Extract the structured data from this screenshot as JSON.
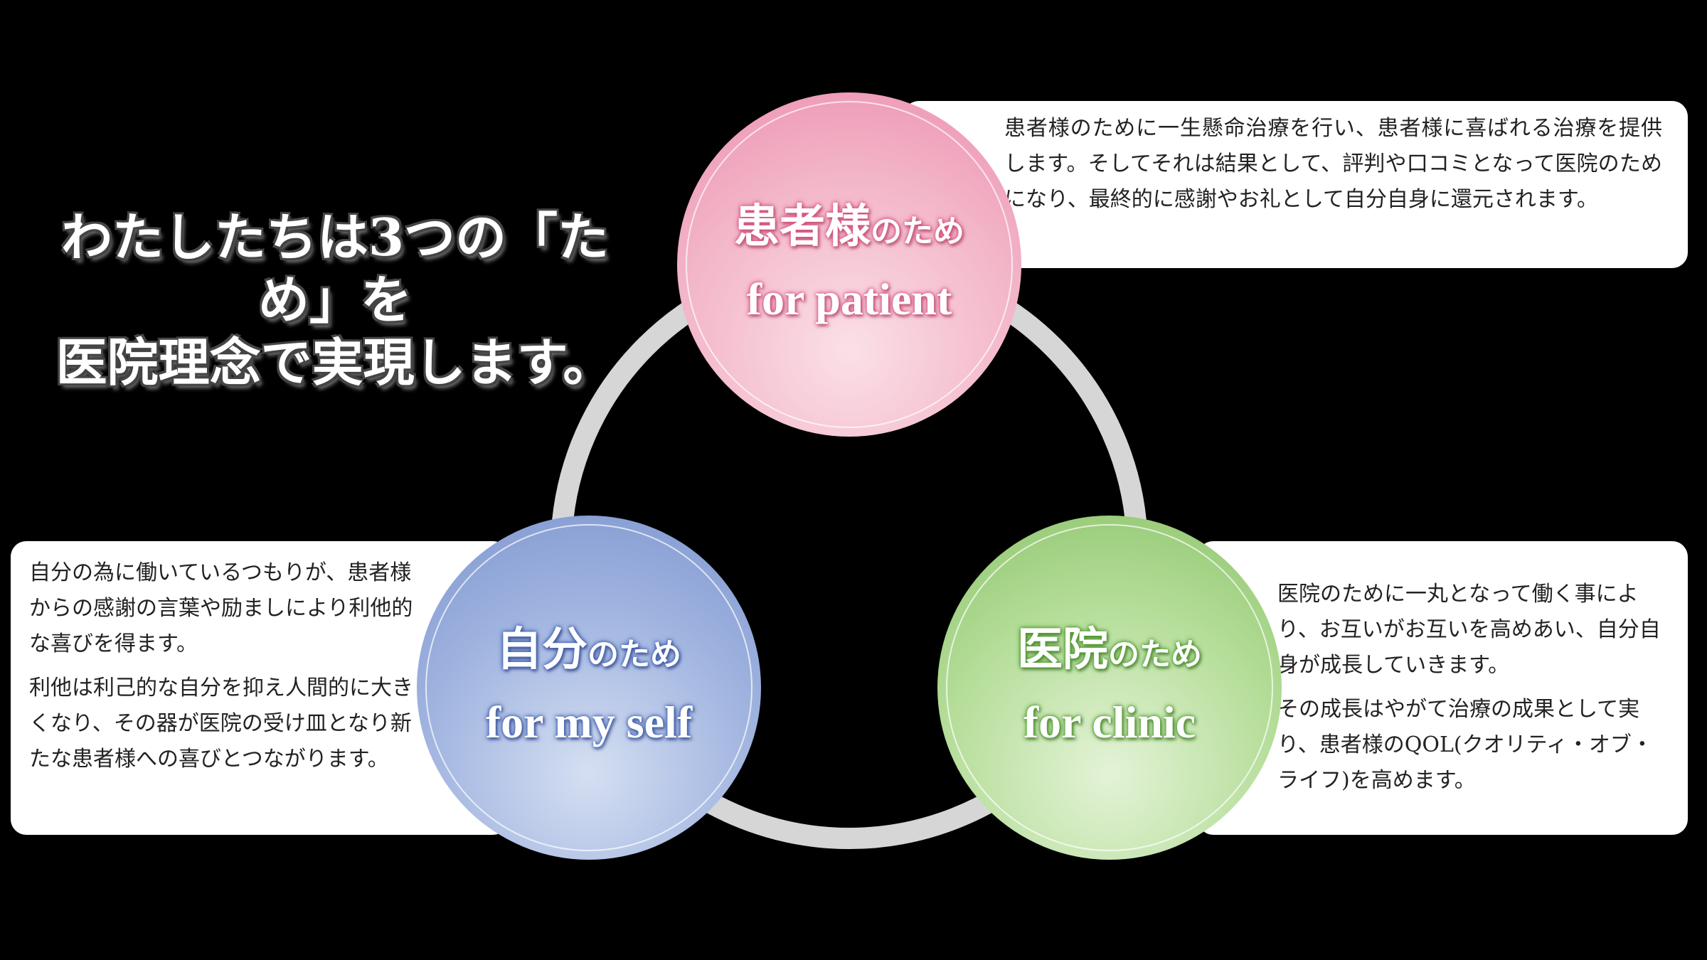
{
  "headline": {
    "line1": "わたしたちは3つの「ため」を",
    "line2": "医院理念で実現します。"
  },
  "circles": {
    "patient": {
      "ja_main": "患者様",
      "ja_small": "のため",
      "en": "for patient",
      "color": "#f3b6c9"
    },
    "self": {
      "ja_main": "自分",
      "ja_small": "のため",
      "en": "for my self",
      "color": "#9fb3df"
    },
    "clinic": {
      "ja_main": "医院",
      "ja_small": "のため",
      "en": "for clinic",
      "color": "#b4dd98"
    }
  },
  "descriptions": {
    "patient": "患者様のために一生懸命治療を行い、患者様に喜ばれる治療を提供します。そしてそれは結果として、評判や口コミとなって医院のためになり、最終的に感謝やお礼として自分自身に還元されます。",
    "self": [
      "自分の為に働いているつもりが、患者様からの感謝の言葉や励ましにより利他的な喜びを得ます。",
      "利他は利己的な自分を抑え人間的に大きくなり、その器が医院の受け皿となり新たな患者様への喜びとつながります。"
    ],
    "clinic": [
      "医院のために一丸となって働く事により、お互いがお互いを高めあい、自分自身が成長していきます。",
      "その成長はやがて治療の成果として実り、患者様のQOL(クオリティ・オブ・ライフ)を高めます。"
    ]
  }
}
